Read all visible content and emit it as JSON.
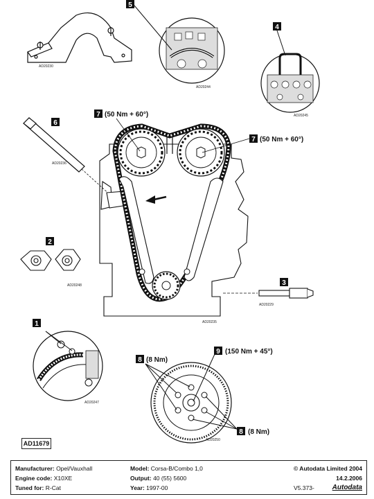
{
  "image_refs": {
    "ref_1": "AD20230",
    "ref_2": "AD20244",
    "ref_3": "AD20245",
    "ref_4": "AD20236",
    "ref_5": "AD20248",
    "ref_6": "AD20235",
    "ref_7": "AD20229",
    "ref_8": "AD20247",
    "ref_9": "AD20250"
  },
  "callouts": [
    {
      "number": "1",
      "text": ""
    },
    {
      "number": "2",
      "text": ""
    },
    {
      "number": "3",
      "text": ""
    },
    {
      "number": "4",
      "text": ""
    },
    {
      "number": "5",
      "text": ""
    },
    {
      "number": "6",
      "text": ""
    },
    {
      "number": "7",
      "text": "(50 Nm + 60°)"
    },
    {
      "number": "7",
      "text": "(50 Nm + 60°)"
    },
    {
      "number": "8",
      "text": "(8 Nm)"
    },
    {
      "number": "8",
      "text": "(8 Nm)"
    },
    {
      "number": "9",
      "text": "(150 Nm + 45°)"
    }
  ],
  "document_id": "AD11679",
  "footer": {
    "manufacturer_label": "Manufacturer:",
    "manufacturer": "Opel/Vauxhall",
    "engine_label": "Engine code:",
    "engine": "X10XE",
    "tuned_label": "Tuned for:",
    "tuned": "R-Cat",
    "model_label": "Model:",
    "model": "Corsa-B/Combo 1,0",
    "output_label": "Output:",
    "output": "40 (55) 5600",
    "year_label": "Year:",
    "year": "1997-00",
    "copyright": "© Autodata Limited 2004",
    "date": "14.2.2006",
    "version": "V5.373-",
    "logo": "Autodata"
  }
}
